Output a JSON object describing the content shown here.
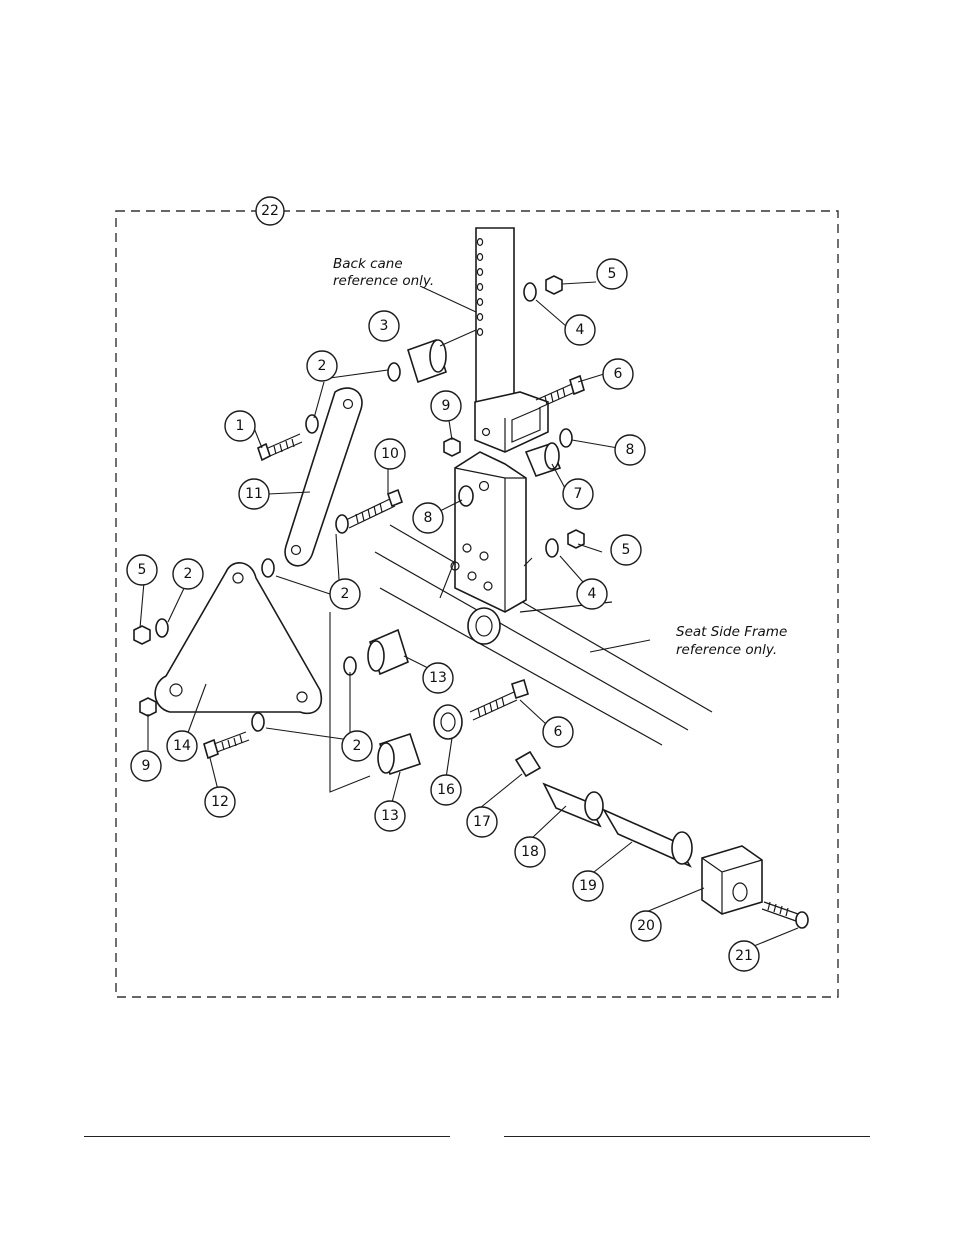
{
  "diagram": {
    "assembly_callout": "22",
    "notes": {
      "back_cane": [
        "Back cane",
        "reference only."
      ],
      "seat_frame": [
        "Seat Side Frame",
        "reference only."
      ]
    },
    "callouts": [
      "1",
      "2",
      "2",
      "2",
      "2",
      "3",
      "4",
      "4",
      "5",
      "5",
      "5",
      "6",
      "6",
      "7",
      "8",
      "8",
      "9",
      "9",
      "10",
      "11",
      "12",
      "13",
      "13",
      "14",
      "16",
      "17",
      "18",
      "19",
      "20",
      "21"
    ]
  }
}
